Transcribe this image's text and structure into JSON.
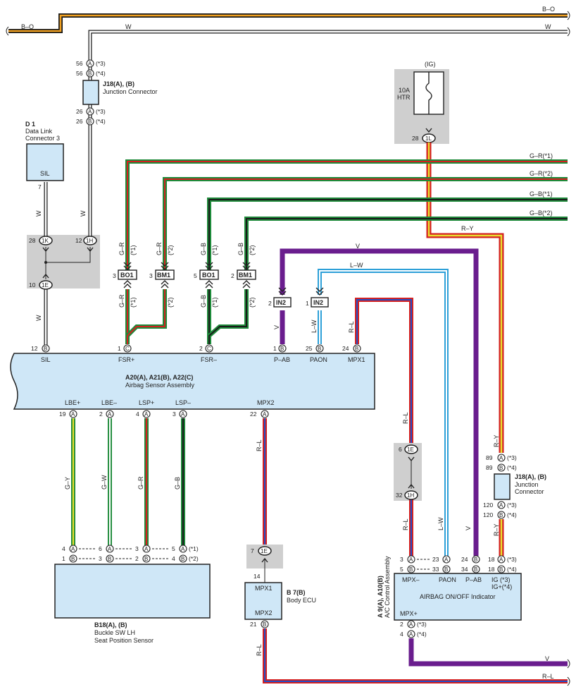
{
  "wires": {
    "bo_top": "B–O",
    "bo_left": "B–O",
    "w_top_mid": "W",
    "w_top_right": "W",
    "gr1": "G–R(*1)",
    "gr2": "G–R(*2)",
    "gb1": "G–B(*1)",
    "gb2": "G–B(*2)",
    "ry_top": "R–Y",
    "v_top": "V",
    "lw_top": "L–W",
    "w_sil": "W",
    "w_j18": "W",
    "w_lower": "W",
    "v_vert": "V",
    "lw_vert": "L–W",
    "rl_vert": "R–L",
    "gr_a": "G–R",
    "gr_b": "G–R",
    "gb_a": "G–B",
    "gb_b": "G–B",
    "gr_c": "G–R",
    "gr_d": "G–R",
    "gb_c": "G–B",
    "gb_d": "G–B",
    "star1": "(*1)",
    "star2": "(*2)",
    "rl_mpx2": "R–L",
    "rl_mid1": "R–L",
    "rl_mid2": "R–L",
    "lw_low": "L–W",
    "v_low": "V",
    "ry_right1": "R–Y",
    "ry_right2": "R–Y",
    "gy": "G–Y",
    "gw": "G–W",
    "gr_low": "G–R",
    "gb_low": "G–B",
    "rl_body": "R–L",
    "v_bottom": "V",
    "rl_bottom": "R–L"
  },
  "components": {
    "j18_top": {
      "name": "J18(A), (B)",
      "desc": "Junction Connector"
    },
    "d1": {
      "name": "D 1",
      "desc1": "Data Link",
      "desc2": "Connector 3",
      "pin": "SIL"
    },
    "fuse": {
      "ig": "(IG)",
      "amp": "10A",
      "name": "HTR"
    },
    "airbag": {
      "name": "A20(A), A21(B), A22(C)",
      "desc": "Airbag Sensor Assembly"
    },
    "airbag_top_pins": [
      "SIL",
      "FSR+",
      "FSR–",
      "P–AB",
      "PAON",
      "MPX1"
    ],
    "airbag_bot_pins": [
      "LBE+",
      "LBE–",
      "LSP+",
      "LSP–",
      "MPX2"
    ],
    "j18_right": {
      "name": "J18(A), (B)",
      "desc1": "Junction",
      "desc2": "Connector"
    },
    "buckle": {
      "name": "B18(A), (B)",
      "desc1": "Buckle SW LH",
      "desc2": "Seat Position Sensor"
    },
    "body_ecu": {
      "name": "B 7(B)",
      "desc": "Body ECU",
      "pin_top": "MPX1",
      "pin_bot": "MPX2"
    },
    "ac": {
      "name": "A 9(A), A10(B)",
      "desc": "A/C Control Assembly",
      "indicator": "AIRBAG ON/OFF Indicator",
      "mpx_minus": "MPX–",
      "paon": "PAON",
      "pab": "P–AB",
      "ig1": "IG (*3)",
      "ig2": "IG+(*4)",
      "mpx_plus": "MPX+"
    }
  },
  "connectors": {
    "bo1": "BO1",
    "bm1": "BM1",
    "in2": "IN2",
    "c1k": "1K",
    "c1h": "1H",
    "c1e": "1E",
    "c1l": "1L"
  },
  "pins": {
    "p56a": "56",
    "p56b": "56",
    "p26a": "26",
    "p26b": "26",
    "p7": "7",
    "p28": "28",
    "p12": "12",
    "p10": "10",
    "p28l": "28",
    "p3a": "3",
    "p3b": "3",
    "p5": "5",
    "p2": "2",
    "p2in": "2",
    "p1in": "1",
    "p12b": "12",
    "p1c": "1",
    "p2c": "2",
    "p1b": "1",
    "p25b": "25",
    "p24b": "24",
    "p19": "19",
    "p2a": "2",
    "p4a": "4",
    "p3aa": "3",
    "p22": "22",
    "p6e": "6",
    "p32h": "32",
    "p89a": "89",
    "p89b": "89",
    "p120a": "120",
    "p120b": "120",
    "p4": "4",
    "p1": "1",
    "p6": "6",
    "p3": "3",
    "p3r": "3",
    "p2r": "2",
    "p5r": "5",
    "p4r": "4",
    "p7e": "7",
    "p14": "14",
    "p21": "21",
    "p3ac": "3",
    "p5ac": "5",
    "p23": "23",
    "p33": "33",
    "p24": "24",
    "p34": "34",
    "p18a": "18",
    "p18b": "18",
    "p2ac": "2",
    "p4ac": "4"
  },
  "letters": {
    "A": "A",
    "B": "B",
    "C": "C"
  },
  "notes": {
    "s1": "(*1)",
    "s2": "(*2)",
    "s3": "(*3)",
    "s4": "(*4)"
  },
  "colors": {
    "black": "#1a1a1a",
    "orange": "#f0a020",
    "green": "#1e8a3a",
    "red": "#d42020",
    "yellow": "#e8e030",
    "purple": "#6a1d8e",
    "lightblue": "#2ea0d8",
    "blue": "#2050c8",
    "box": "#cfe7f7",
    "grey": "#cfcfcf"
  }
}
